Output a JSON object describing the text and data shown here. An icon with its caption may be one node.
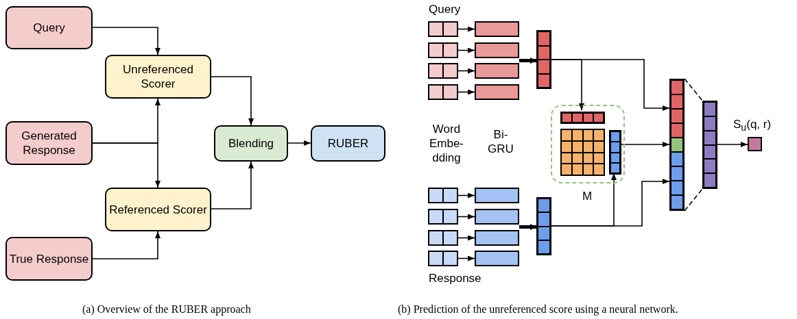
{
  "diagram": {
    "nodes": [
      {
        "text": [
          "Query"
        ]
      },
      {
        "text": [
          "Unreferenced Scorer"
        ]
      },
      {
        "text": [
          "Generated Response"
        ]
      },
      {
        "text": [
          "Blending"
        ]
      },
      {
        "text": [
          "RUBER"
        ]
      },
      {
        "text": [
          "Referenced Scorer"
        ]
      },
      {
        "text": [
          "True Response"
        ]
      },
      {
        "text": [],
        "shape": "box"
      },
      {
        "text": [],
        "shape": "box"
      },
      {
        "text": [],
        "shape": "box"
      },
      {
        "text": [],
        "shape": "box"
      },
      {
        "text": [],
        "shape": "box"
      },
      {
        "text": [],
        "shape": "box"
      },
      {
        "text": [],
        "shape": "box"
      },
      {
        "text": [],
        "shape": "box"
      },
      {
        "text": [],
        "shape": "bar"
      },
      {
        "text": [],
        "shape": "box"
      },
      {
        "text": [],
        "shape": "box"
      },
      {
        "text": [],
        "shape": "box"
      },
      {
        "text": [],
        "shape": "box"
      },
      {
        "text": [],
        "shape": "box"
      },
      {
        "text": [],
        "shape": "box"
      },
      {
        "text": [],
        "shape": "box"
      },
      {
        "text": [],
        "shape": "box"
      },
      {
        "text": [],
        "shape": "bar"
      },
      {
        "text": [
          "M"
        ]
      },
      {
        "text": [],
        "shape": "bar",
        "in": 25
      },
      {
        "text": [],
        "shape": "box",
        "in": 25
      },
      {
        "text": [],
        "shape": "bar",
        "in": 25
      },
      {
        "text": [],
        "shape": "bar"
      },
      {
        "text": [],
        "shape": "bar"
      },
      {
        "text": [],
        "shape": "box",
        "beside": [
          "S$_{u}$(q, r)"
        ]
      }
    ],
    "edges": [
      {
        "from": 0,
        "to": 1,
        "arrow": "to"
      },
      {
        "from": 2,
        "to": 1,
        "arrow": "to"
      },
      {
        "from": 2,
        "to": 5,
        "arrow": "to"
      },
      {
        "from": 6,
        "to": 5,
        "arrow": "to"
      },
      {
        "from": 1,
        "to": 3,
        "arrow": "to"
      },
      {
        "from": 5,
        "to": 3,
        "arrow": "to"
      },
      {
        "from": 3,
        "to": 4,
        "arrow": "to"
      },
      {
        "from": 7,
        "to": 11,
        "arrow": "to"
      },
      {
        "from": 8,
        "to": 12,
        "arrow": "to"
      },
      {
        "from": 9,
        "to": 13,
        "arrow": "to"
      },
      {
        "from": 10,
        "to": 14,
        "arrow": "to"
      },
      {
        "from": 12,
        "to": 15,
        "arrow": "to",
        "style": "thick"
      },
      {
        "from": 15,
        "to": 26,
        "arrow": "to"
      },
      {
        "from": 15,
        "to": 29,
        "arrow": "to"
      },
      {
        "from": 16,
        "to": 20,
        "arrow": "to"
      },
      {
        "from": 17,
        "to": 21,
        "arrow": "to"
      },
      {
        "from": 18,
        "to": 22,
        "arrow": "to"
      },
      {
        "from": 19,
        "to": 23,
        "arrow": "to"
      },
      {
        "from": 21,
        "to": 24,
        "arrow": "to",
        "style": "thick"
      },
      {
        "from": 24,
        "to": 28,
        "arrow": "to"
      },
      {
        "from": 24,
        "to": 29,
        "arrow": "to"
      },
      {
        "from": 28,
        "to": 29,
        "arrow": "to"
      },
      {
        "from": 29,
        "to": 30,
        "arrow": "none",
        "style": "dashed"
      },
      {
        "from": 30,
        "to": 31,
        "arrow": "to"
      }
    ],
    "labels": [
      "Query",
      "Word Embe- dding",
      "Bi- GRU",
      "Response",
      "(a) Overview of the RUBER approach",
      "(b) Prediction of the unreferenced score using a neural network."
    ]
  }
}
